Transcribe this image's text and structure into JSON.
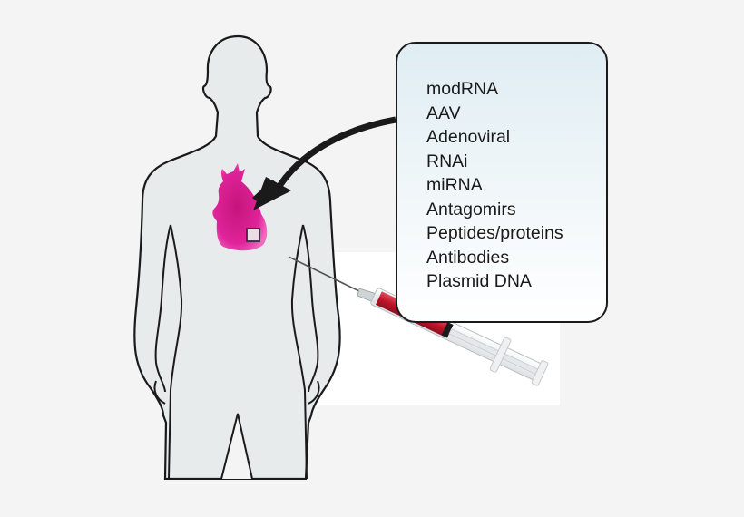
{
  "figure": {
    "subject": "human-body-outline",
    "target_organ": "heart",
    "delivery_method": "syringe-injection",
    "colors": {
      "background": "#f4f4f4",
      "body_fill": "#e8ebec",
      "outline": "#1a1a1a",
      "heart": "#d6198a",
      "syringe_fluid": "#c0142a",
      "callout_top": "#dfedf3",
      "callout_bottom": "#ffffff"
    }
  },
  "callout": {
    "items": [
      "modRNA",
      "AAV",
      "Adenoviral",
      "RNAi",
      "miRNA",
      "Antagomirs",
      "Peptides/proteins",
      "Antibodies",
      "Plasmid DNA"
    ]
  }
}
